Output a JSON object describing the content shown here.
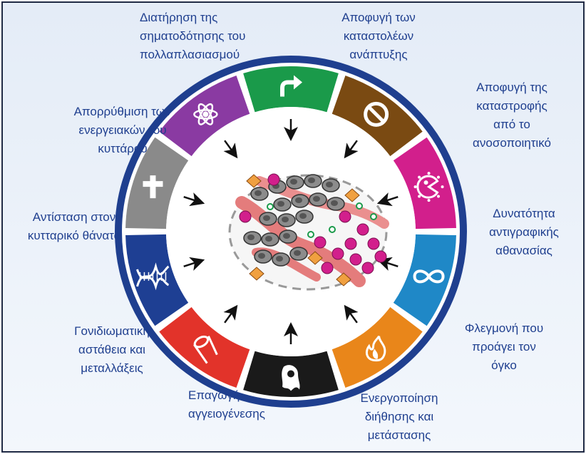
{
  "hallmarks": [
    {
      "id": "proliferation",
      "label": "Διατήρηση της\nσηματοδότησης του\nπολλαπλασιασμού",
      "color": "#1a9a4a",
      "icon": "arrow-icon"
    },
    {
      "id": "growth-suppressors",
      "label": "Αποφυγή των\nκαταστολέων\nανάπτυξης",
      "color": "#7a4a12",
      "icon": "no-sign-icon"
    },
    {
      "id": "immune",
      "label": "Αποφυγή της\nκαταστροφής\nαπό το\nανοσοποιητικό",
      "color": "#d21f8c",
      "icon": "pacman-icon"
    },
    {
      "id": "immortality",
      "label": "Δυνατότητα\nαντιγραφικής\nαθανασίας",
      "color": "#1f88c7",
      "icon": "infinity-icon"
    },
    {
      "id": "inflammation",
      "label": "Φλεγμονή που\nπροάγει τον\nόγκο",
      "color": "#e9861a",
      "icon": "flame-icon"
    },
    {
      "id": "metastasis",
      "label": "Ενεργοποίηση\nδιήθησης και\nμετάστασης",
      "color": "#1a1a1a",
      "icon": "cell-icon"
    },
    {
      "id": "angiogenesis",
      "label": "Επαγωγή\nαγγειογένεσης",
      "color": "#e2332a",
      "icon": "vessel-icon"
    },
    {
      "id": "genome",
      "label": "Γονιδιωματική\nαστάθεια και\nμεταλλάξεις",
      "color": "#1e3f93",
      "icon": "dna-icon"
    },
    {
      "id": "cell-death",
      "label": "Αντίσταση στον\nκυτταρικό θάνατο",
      "color": "#8a8a8a",
      "icon": "cross-icon"
    },
    {
      "id": "energetics",
      "label": "Απορρύθμιση των\nενεργειακών του\nκυττάρου",
      "color": "#8a3aa2",
      "icon": "atom-icon"
    }
  ]
}
